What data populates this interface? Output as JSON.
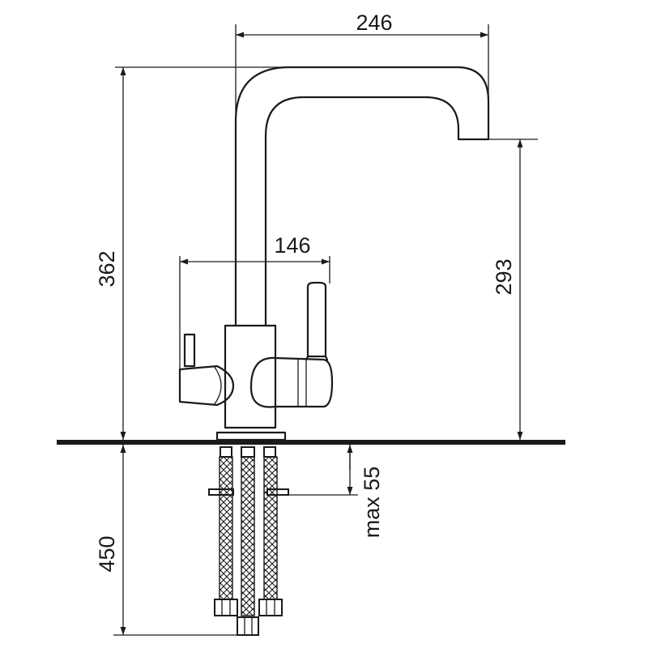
{
  "dimensions": {
    "spout_reach": "246",
    "total_height": "362",
    "handle_span": "146",
    "spout_height": "293",
    "hose_length": "450",
    "countertop_thickness": "max 55"
  }
}
